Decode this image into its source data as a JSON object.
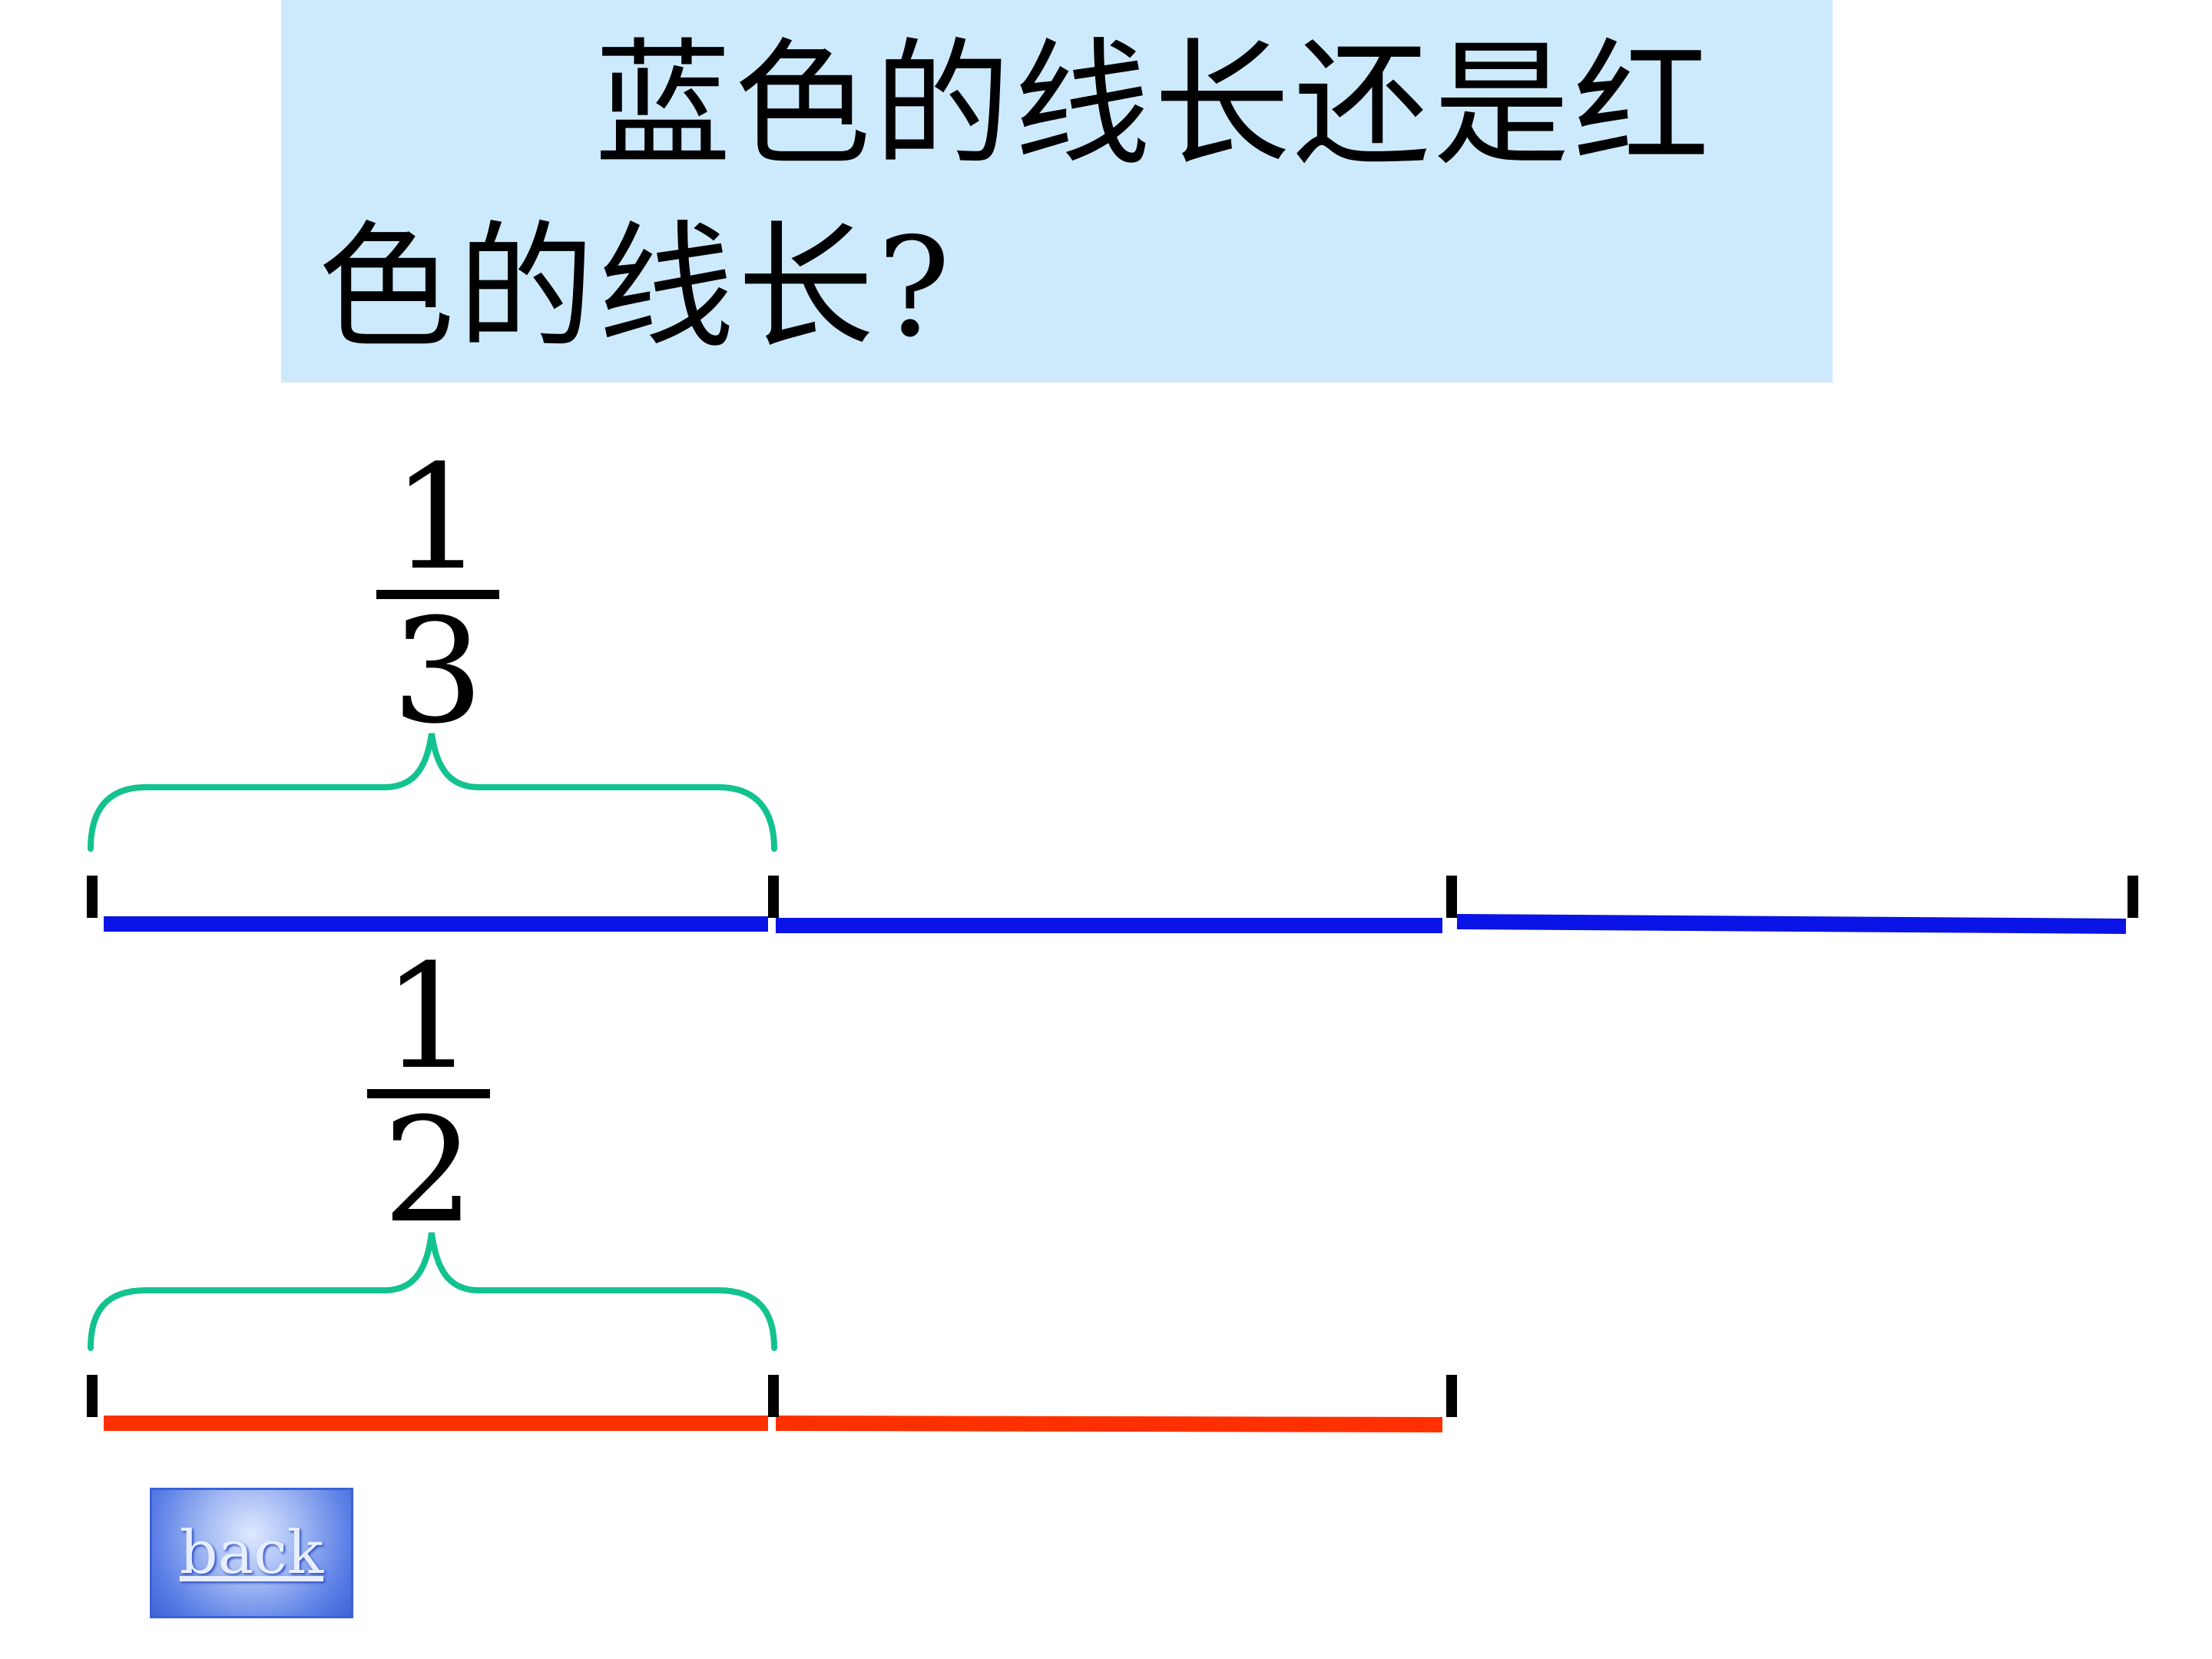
{
  "question": {
    "text": "蓝色的线长还是红色的线长?"
  },
  "fractions": {
    "blue": {
      "numerator": "1",
      "denominator": "3"
    },
    "red": {
      "numerator": "1",
      "denominator": "2"
    }
  },
  "lines": {
    "blue": {
      "color": "#0a14e6",
      "parts": 3,
      "brace_covers_parts": 1
    },
    "red": {
      "color": "#ff3000",
      "parts": 2,
      "brace_covers_parts": 1
    }
  },
  "colors": {
    "brace": "#12c28f",
    "tick": "#000000",
    "question_background": "#cdeafd"
  },
  "back_button": {
    "label": "back"
  }
}
